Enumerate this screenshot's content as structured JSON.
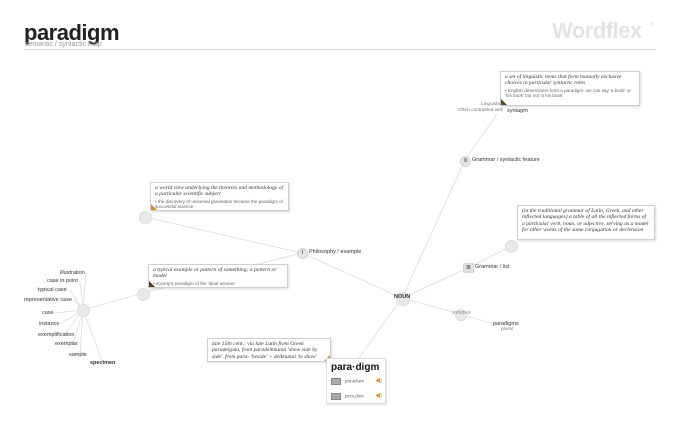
{
  "header": {
    "title": "paradigm",
    "subtitle": "semantic / syntactic map",
    "logo": "Wordflex",
    "logo_sub": "",
    "logo_reg": "®"
  },
  "center": {
    "label": "NOUN"
  },
  "syntax": {
    "label": "SYNTAX",
    "plural_word": "paradigms",
    "plural_label": "plural"
  },
  "senses": {
    "philosophy": {
      "badge": "I",
      "label": "Philosophy / example",
      "def": "a world view underlying the theories and methodology of a particular scientific subject",
      "example": "• the discovery of universal gravitation became the paradigm of successful science"
    },
    "pattern": {
      "def": "a typical example or pattern of something; a pattern or model",
      "example": "• society's paradigm of the 'ideal woman'"
    },
    "grammar_list": {
      "badge": "III",
      "label": "Grammar / list",
      "def": "(in the traditional grammar of Latin, Greek, and other inflected languages) a table of all the inflected forms of a particular verb, noun, or adjective, serving as a model for other words of the same conjugation or declension"
    },
    "grammar_syntactic": {
      "badge": "II",
      "label": "Grammar / syntactic feature",
      "def": "a set of linguistic items that form mutually exclusive choices in particular syntactic roles",
      "example": "• English determiners form a paradigm: we can say 'a book' or 'his book' but not 'a his book'"
    }
  },
  "linguistics": {
    "label": "Linguistics",
    "contrast_text": "Often contrasted with",
    "contrast_word": "syntagm"
  },
  "synonyms": [
    "illustration",
    "case in point",
    "typical case",
    "representative case",
    "case",
    "instance",
    "exemplification",
    "exemplar",
    "sample",
    "specimen"
  ],
  "etymology": {
    "text": "late 15th cent.: via late Latin from Greek paradeigma, from paradeiknunai 'show side by side', from para- 'beside' + deiknunai 'to show'"
  },
  "headword": {
    "word": "para·digm",
    "pron_uk": "parədʌɪm",
    "pron_us": "perə,dam",
    "speaker_icon": "speaker-icon"
  }
}
